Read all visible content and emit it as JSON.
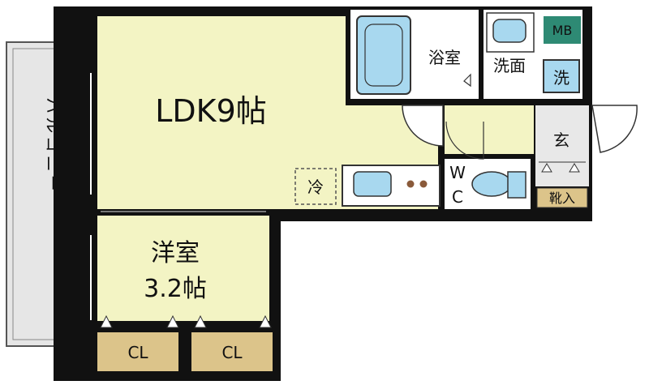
{
  "rooms": {
    "ldk": {
      "label": "LDK9帖"
    },
    "western": {
      "label_line1": "洋室",
      "label_line2": "3.2帖"
    },
    "bath": {
      "label": "浴室"
    },
    "washroom": {
      "label": "洗面"
    },
    "washer": {
      "label": "洗"
    },
    "entrance": {
      "label": "玄"
    },
    "wc": {
      "label_line1": "W",
      "label_line2": "C"
    },
    "balcony": {
      "label": "バルコニー"
    },
    "closet_left": {
      "label": "CL"
    },
    "closet_right": {
      "label": "CL"
    },
    "shoe_box": {
      "label": "靴入"
    },
    "meter_box": {
      "label": "MB"
    },
    "fridge": {
      "label": "冷"
    }
  },
  "colors": {
    "room_fill": "#f3f4c4",
    "wall": "#111111",
    "wet_area": "#ffffff",
    "fixture_blue": "#a8d8ef",
    "closet_fill": "#dcc48a",
    "balcony_fill": "#e6e6e6",
    "meter_fill": "#2e8a74",
    "entrance_fill": "#e8e8e8"
  }
}
